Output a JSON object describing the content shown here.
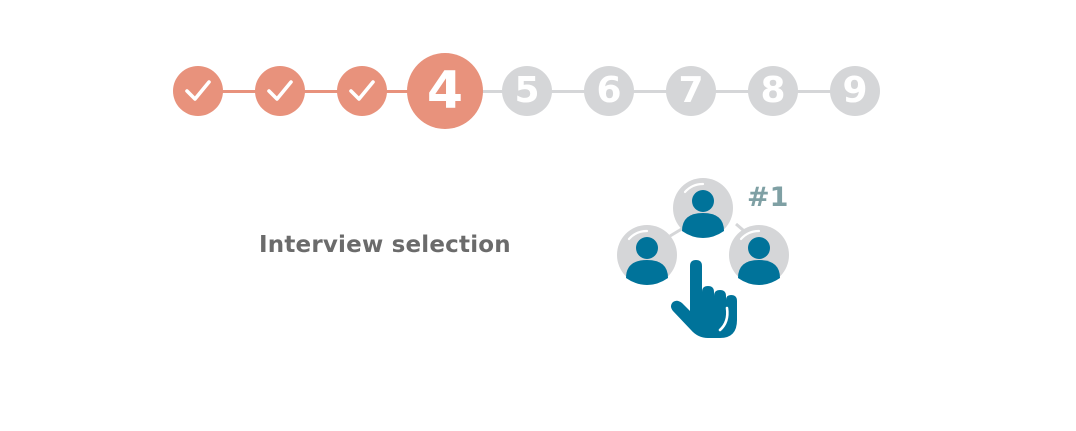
{
  "stepper": {
    "current_step": 4,
    "steps": [
      {
        "label": "",
        "status": "done"
      },
      {
        "label": "",
        "status": "done"
      },
      {
        "label": "",
        "status": "done"
      },
      {
        "label": "4",
        "status": "current"
      },
      {
        "label": "5",
        "status": "todo"
      },
      {
        "label": "6",
        "status": "todo"
      },
      {
        "label": "7",
        "status": "todo"
      },
      {
        "label": "8",
        "status": "todo"
      },
      {
        "label": "9",
        "status": "todo"
      }
    ],
    "colors": {
      "active": "#e8927c",
      "inactive": "#d5d6d8"
    }
  },
  "step_content": {
    "title": "Interview selection",
    "illustration": {
      "rank_label": "#1",
      "icons": [
        "candidate-avatar-icon",
        "candidate-avatar-icon",
        "candidate-avatar-icon",
        "pointing-hand-icon"
      ],
      "colors": {
        "figure": "#00739a",
        "circle": "#d5d6d8",
        "rank": "#7fa0a4"
      }
    }
  }
}
